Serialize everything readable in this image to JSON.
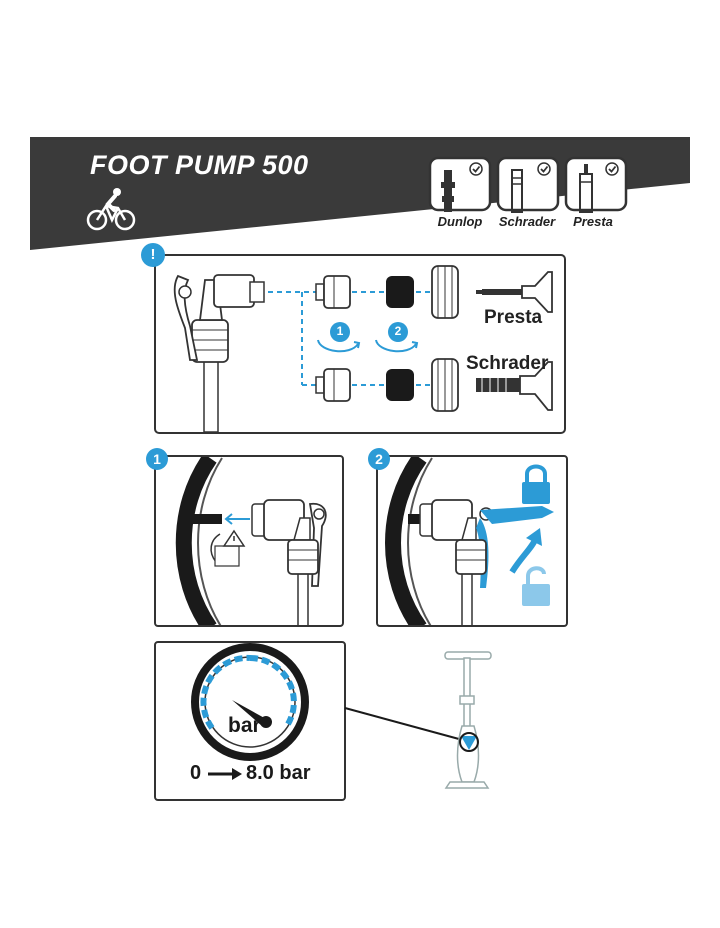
{
  "header": {
    "title": "FOOT PUMP 500",
    "valves": [
      {
        "label": "Dunlop"
      },
      {
        "label": "Schrader"
      },
      {
        "label": "Presta"
      }
    ]
  },
  "adapter_panel": {
    "notice_symbol": "!",
    "step1": "1",
    "step2": "2",
    "presta_label": "Presta",
    "schrader_label": "Schrader"
  },
  "steps": {
    "step1_number": "1",
    "step2_number": "2"
  },
  "gauge_panel": {
    "unit": "bar",
    "range_start": "0",
    "range_end": "8.0 bar"
  },
  "colors": {
    "header_bg": "#3a3a3a",
    "accent_blue": "#2c9bd6",
    "ink": "#222222"
  },
  "icons": [
    "cyclist-icon",
    "check-icon",
    "lock-icon",
    "unlock-icon",
    "warning-icon",
    "arrow-up-icon"
  ]
}
